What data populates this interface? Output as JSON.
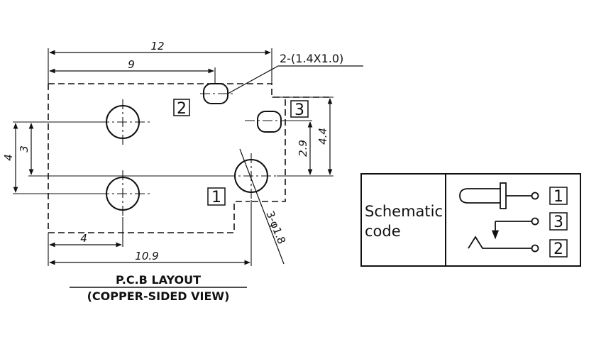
{
  "pcb": {
    "dim_top_width": "12",
    "dim_9": "9",
    "hole_callout": "2-(1.4X1.0)",
    "dim_4_left": "4",
    "dim_3_left": "3",
    "dim_2_9": "2.9",
    "dim_4_4": "4.4",
    "dim_4_bottom": "4",
    "dim_10_9": "10.9",
    "round_hole_callout": "3-φ1.8",
    "pin1": "1",
    "pin2": "2",
    "pin3": "3",
    "caption_line1": "P.C.B LAYOUT",
    "caption_line2": "(COPPER-SIDED VIEW)"
  },
  "schematic": {
    "label_line1": "Schematic",
    "label_line2": "code",
    "pin1": "1",
    "pin3": "3",
    "pin2": "2"
  }
}
